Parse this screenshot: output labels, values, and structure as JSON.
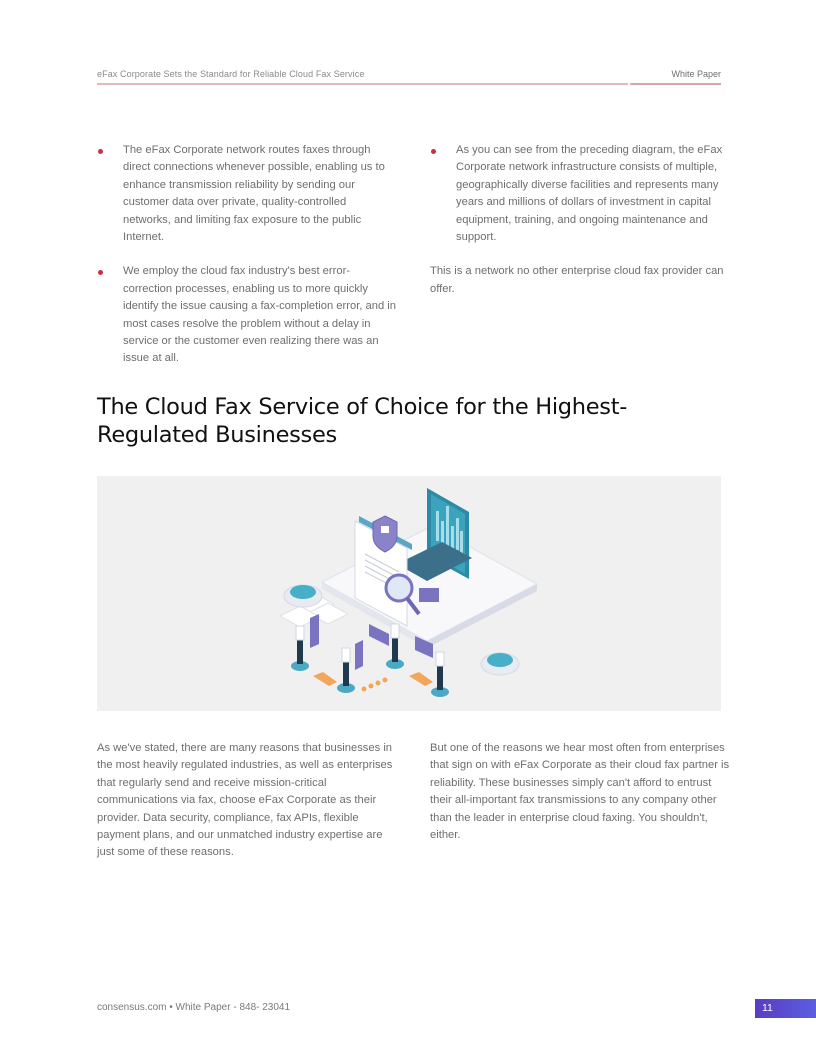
{
  "header": {
    "title": "eFax Corporate Sets the Standard for Reliable Cloud Fax Service",
    "doc_type": "White Paper",
    "rule_color": "#e3b8b8"
  },
  "top_section": {
    "left_bullets": [
      "The eFax Corporate network routes faxes through direct connections whenever possible, enabling us to enhance transmission reliability by sending our customer data over private, quality-controlled networks, and limiting fax exposure to the public Internet.",
      "We employ the cloud fax industry's best error- correction processes, enabling us to more quickly identify the issue causing a fax-completion error, and in most cases resolve the problem without a delay in service or the customer even realizing there was an issue at all."
    ],
    "right_bullets": [
      "As you can see from the preceding diagram, the eFax Corporate network infrastructure consists of multiple, geographically diverse facilities and represents many years and millions of dollars of investment in capital equipment, training, and ongoing maintenance and support."
    ],
    "right_paragraph": "This is a network no other enterprise cloud fax provider can offer.",
    "bullet_color": "#c8323e"
  },
  "section": {
    "heading": "The Cloud Fax Service of Choice for the Highest-Regulated Businesses",
    "figure": {
      "description": "isometric illustration: laptop with security shield document, data chart screen, magnifier, database cylinders, four business people on platforms with charts and orange arrows",
      "background": "#f0f0f0"
    },
    "left_paragraph": "As we've stated, there are many reasons that businesses in the most heavily regulated industries, as well as enterprises that regularly send and receive mission-critical communications via fax, choose eFax Corporate as their provider. Data security, compliance, fax APIs, flexible payment plans, and our unmatched industry expertise are just some of these reasons.",
    "right_paragraph": "But one of the reasons we hear most often from enterprises that sign on with eFax Corporate as their cloud fax partner is reliability. These businesses simply can't afford to entrust their all-important fax transmissions to any company other than the leader in enterprise cloud faxing. You shouldn't, either."
  },
  "footer": {
    "text": "consensus.com • White Paper - 848- 23041",
    "page_number": "11",
    "badge_colors": [
      "#5b3cc4",
      "#5a5ee0"
    ]
  }
}
